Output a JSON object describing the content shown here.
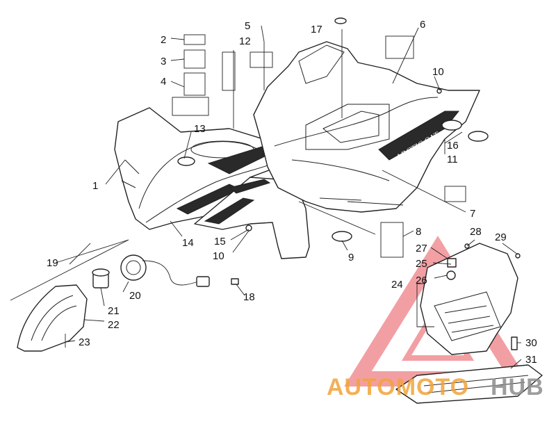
{
  "diagram": {
    "labels": [
      "1",
      "2",
      "3",
      "4",
      "5",
      "6",
      "7",
      "8",
      "9",
      "10",
      "10",
      "11",
      "12",
      "13",
      "14",
      "15",
      "16",
      "17",
      "18",
      "19",
      "20",
      "21",
      "22",
      "23",
      "24",
      "25",
      "26",
      "27",
      "28",
      "29",
      "30",
      "31"
    ],
    "brand_decal_text": "ARCTIC CAT"
  },
  "watermark": {
    "text_part1": "AUTOMOTO",
    "text_part2": "HUB",
    "colors": {
      "orange": "#f2a33a",
      "red": "#e8525a",
      "gray": "#8c8c8c"
    }
  }
}
